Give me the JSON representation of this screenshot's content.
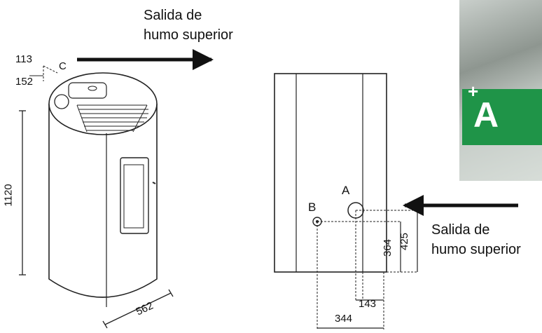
{
  "annotations": {
    "top_flue_label": "Salida de\nhumo superior",
    "side_flue_label": "Salida de\nhumo superior"
  },
  "front_view": {
    "dim_113": "113",
    "dim_152": "152",
    "outlet_c": "C",
    "height_1120": "1120",
    "depth_562": "562"
  },
  "rear_view": {
    "outlet_a": "A",
    "outlet_b": "B",
    "dim_364": "364",
    "dim_425": "425",
    "dim_143": "143",
    "dim_344": "344"
  },
  "energy_badge": {
    "class_letter": "A",
    "class_plus": "+",
    "color": "#1f9448"
  },
  "colors": {
    "line": "#111111",
    "arrow": "#111111"
  }
}
